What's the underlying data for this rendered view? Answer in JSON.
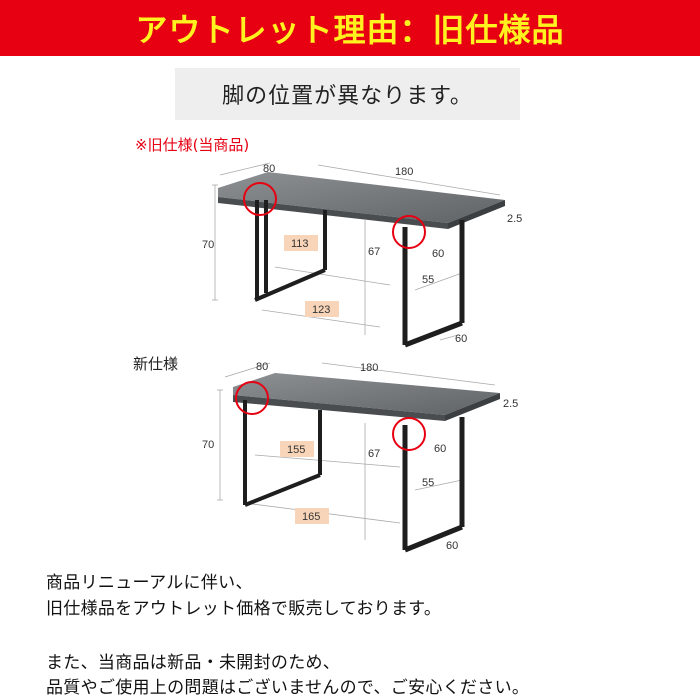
{
  "banner": {
    "title": "アウトレット理由：旧仕様品"
  },
  "subtitle": "脚の位置が異なります。",
  "old_spec": {
    "label": "※旧仕様(当商品)",
    "dims": {
      "depth": "80",
      "width": "180",
      "thickness": "2.5",
      "height": "70",
      "inner_height": "67",
      "leg_height": "60",
      "leg_width": "55",
      "leg_foot": "60",
      "inner_span": "113",
      "outer_span": "123"
    }
  },
  "new_spec": {
    "label": "新仕様",
    "dims": {
      "depth": "80",
      "width": "180",
      "thickness": "2.5",
      "height": "70",
      "inner_height": "67",
      "leg_height": "60",
      "leg_width": "55",
      "leg_foot": "60",
      "inner_span": "155",
      "outer_span": "165"
    }
  },
  "notes": [
    "商品リニューアルに伴い、",
    "旧仕様品をアウトレット価格で販売しております。",
    "また、当商品は新品・未開封のため、",
    "品質やご使用上の問題はございませんので、ご安心ください。"
  ],
  "colors": {
    "banner_bg": "#e60012",
    "banner_text": "#fff21f",
    "highlight": "#e60012",
    "label_box": "#f8d5b8"
  }
}
